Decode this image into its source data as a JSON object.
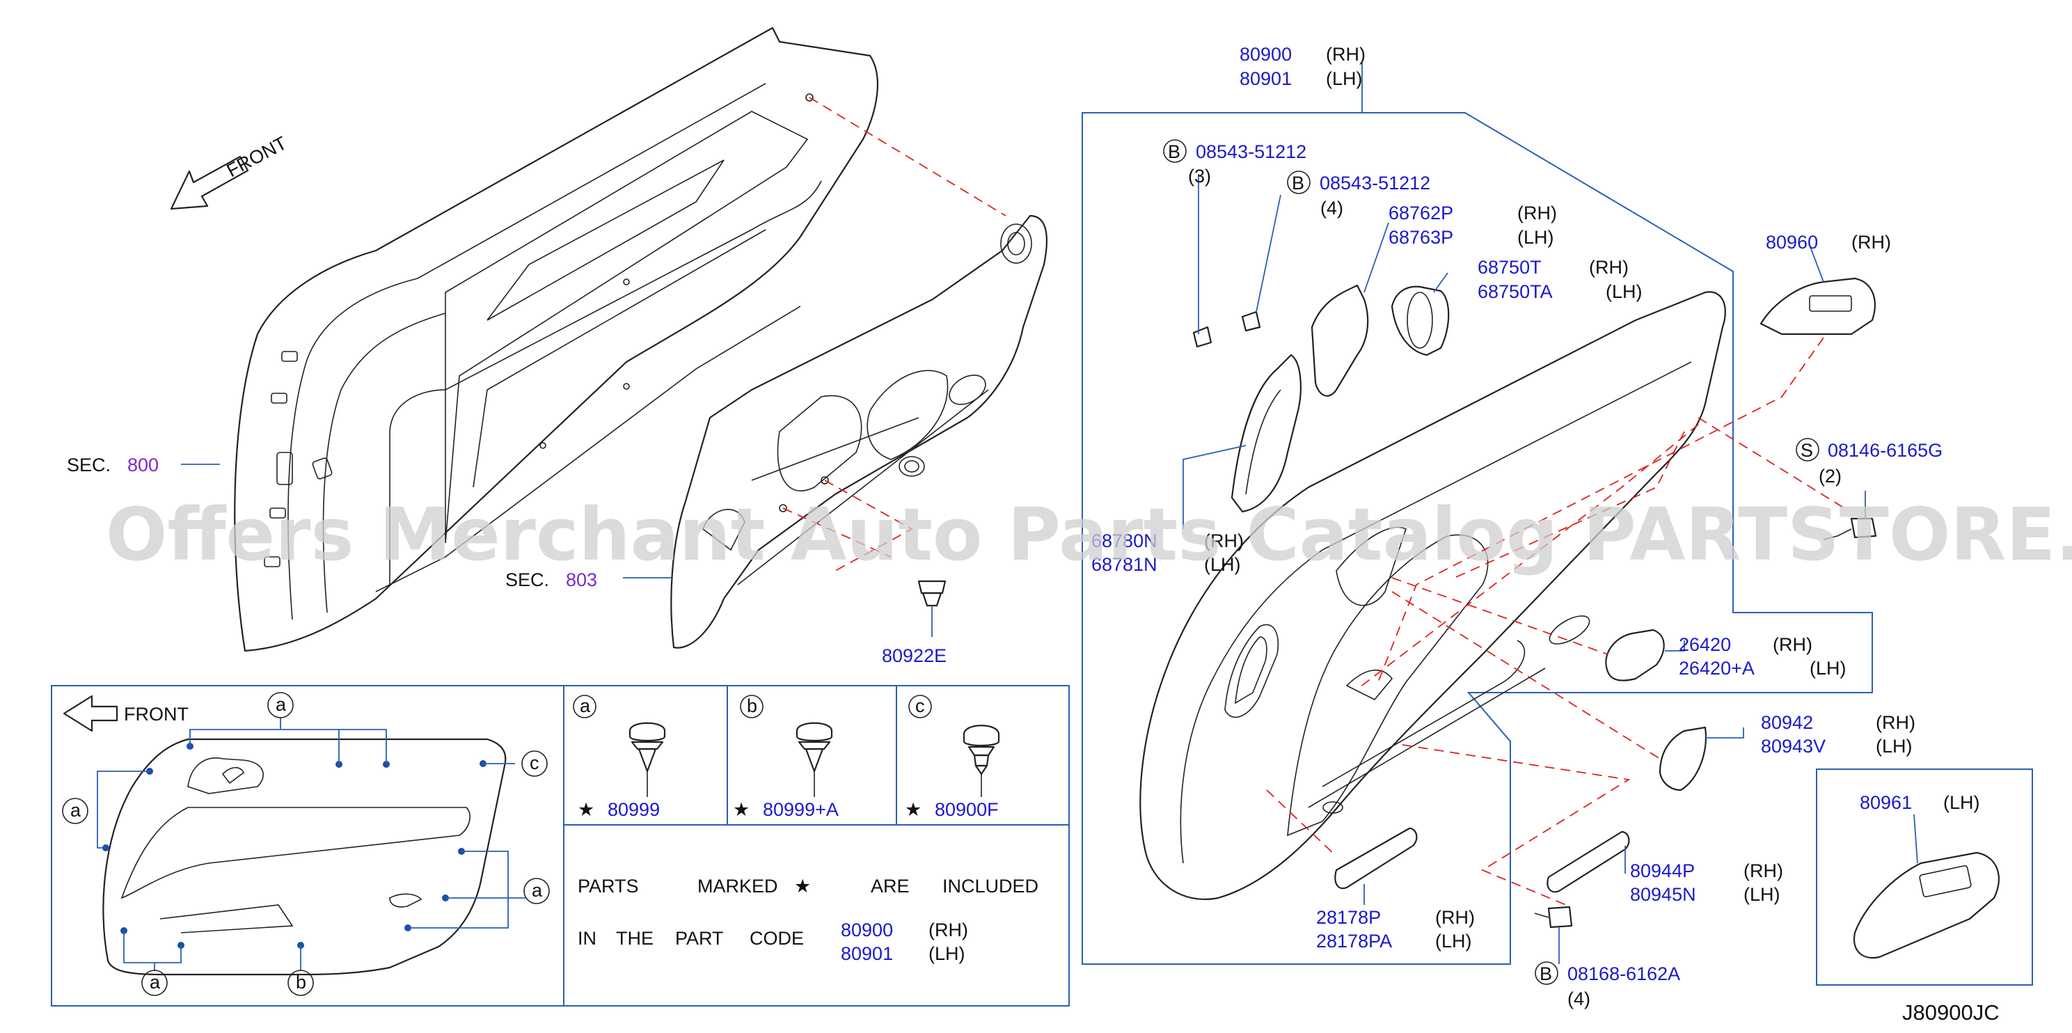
{
  "diagram_code": "J80900JC",
  "front_label": "FRONT",
  "watermark": "Offers Merchant Auto Parts Catalog PARTSTORE.SA",
  "sections": [
    {
      "prefix": "SEC.",
      "number": "800"
    },
    {
      "prefix": "SEC.",
      "number": "803"
    }
  ],
  "callouts": {
    "p80900": {
      "code": "80900",
      "side": "(RH)"
    },
    "p80901": {
      "code": "80901",
      "side": "(LH)"
    },
    "b1": {
      "letter": "B",
      "code": "08543-51212",
      "qty": "(3)"
    },
    "b2": {
      "letter": "B",
      "code": "08543-51212",
      "qty": "(4)"
    },
    "p68762P": {
      "code": "68762P",
      "side": "(RH)"
    },
    "p68763P": {
      "code": "68763P",
      "side": "(LH)"
    },
    "p68750T": {
      "code": "68750T",
      "side": "(RH)"
    },
    "p68750TA": {
      "code": "68750TA",
      "side": "(LH)"
    },
    "p68780N": {
      "code": "68780N",
      "side": "(RH)"
    },
    "p68781N": {
      "code": "68781N",
      "side": "(LH)"
    },
    "p80960": {
      "code": "80960",
      "side": "(RH)"
    },
    "s1": {
      "letter": "S",
      "code": "08146-6165G",
      "qty": "(2)"
    },
    "p80922E": {
      "code": "80922E"
    },
    "p26420": {
      "code": "26420",
      "side": "(RH)"
    },
    "p26420A": {
      "code": "26420+A",
      "side": "(LH)"
    },
    "p80942": {
      "code": "80942",
      "side": "(RH)"
    },
    "p80943V": {
      "code": "80943V",
      "side": "(LH)"
    },
    "p80944P": {
      "code": "80944P",
      "side": "(RH)"
    },
    "p80945N": {
      "code": "80945N",
      "side": "(LH)"
    },
    "p28178P": {
      "code": "28178P",
      "side": "(RH)"
    },
    "p28178PA": {
      "code": "28178PA",
      "side": "(LH)"
    },
    "b3": {
      "letter": "B",
      "code": "08168-6162A",
      "qty": "(4)"
    },
    "p80961": {
      "code": "80961",
      "side": "(LH)"
    }
  },
  "clip_legend": [
    {
      "letter": "a",
      "code": "80999"
    },
    {
      "letter": "b",
      "code": "80999+A"
    },
    {
      "letter": "c",
      "code": "80900F"
    }
  ],
  "clip_marker": "★",
  "note": {
    "line1_a": "PARTS",
    "line1_b": "MARKED",
    "line1_c": "ARE",
    "line1_d": "INCLUDED",
    "line2_a": "IN",
    "line2_b": "THE",
    "line2_c": "PART",
    "line2_d": "CODE",
    "codes": [
      {
        "code": "80900",
        "side": "(RH)"
      },
      {
        "code": "80901",
        "side": "(LH)"
      }
    ]
  },
  "inset_markers": {
    "a": "a",
    "b": "b",
    "c": "c"
  }
}
